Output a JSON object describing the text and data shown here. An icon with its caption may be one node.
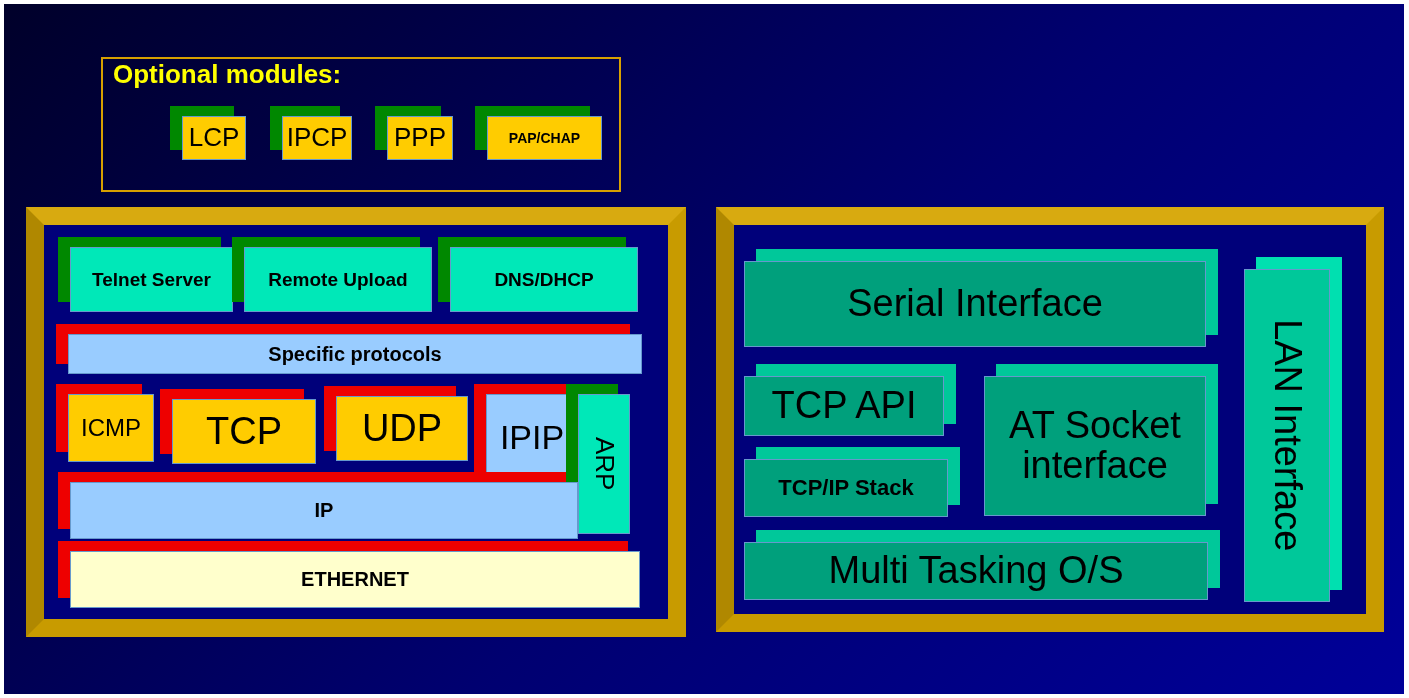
{
  "diagram": {
    "nodes": [
      {
        "text": [
          "Optional modules:"
        ]
      },
      {
        "text": [
          "LCP"
        ],
        "in": 0
      },
      {
        "text": [
          "IPCP"
        ],
        "in": 0
      },
      {
        "text": [
          "PPP"
        ],
        "in": 0
      },
      {
        "text": [
          "PAP/CHAP"
        ],
        "in": 0
      },
      {
        "text": [],
        "shape": "box"
      },
      {
        "text": [
          "Telnet Server"
        ],
        "in": 5
      },
      {
        "text": [
          "Remote Upload"
        ],
        "in": 5
      },
      {
        "text": [
          "DNS/DHCP"
        ],
        "in": 5
      },
      {
        "text": [
          "Specific protocols"
        ],
        "in": 5
      },
      {
        "text": [
          "ICMP"
        ],
        "in": 5
      },
      {
        "text": [
          "TCP"
        ],
        "in": 5
      },
      {
        "text": [
          "UDP"
        ],
        "in": 5
      },
      {
        "text": [
          "IPIP"
        ],
        "in": 5
      },
      {
        "text": [
          "ARP"
        ],
        "in": 5
      },
      {
        "text": [
          "IP"
        ],
        "in": 5
      },
      {
        "text": [
          "ETHERNET"
        ],
        "in": 5
      },
      {
        "text": [],
        "shape": "box"
      },
      {
        "text": [
          "Serial Interface"
        ],
        "in": 17
      },
      {
        "text": [
          "TCP API"
        ],
        "in": 17
      },
      {
        "text": [
          "TCP/IP Stack"
        ],
        "in": 17
      },
      {
        "text": [
          "AT Socket interface"
        ],
        "in": 17
      },
      {
        "text": [
          "Multi Tasking O/S"
        ],
        "in": 17
      },
      {
        "text": [
          "LAN Interface"
        ],
        "in": 17
      }
    ]
  }
}
